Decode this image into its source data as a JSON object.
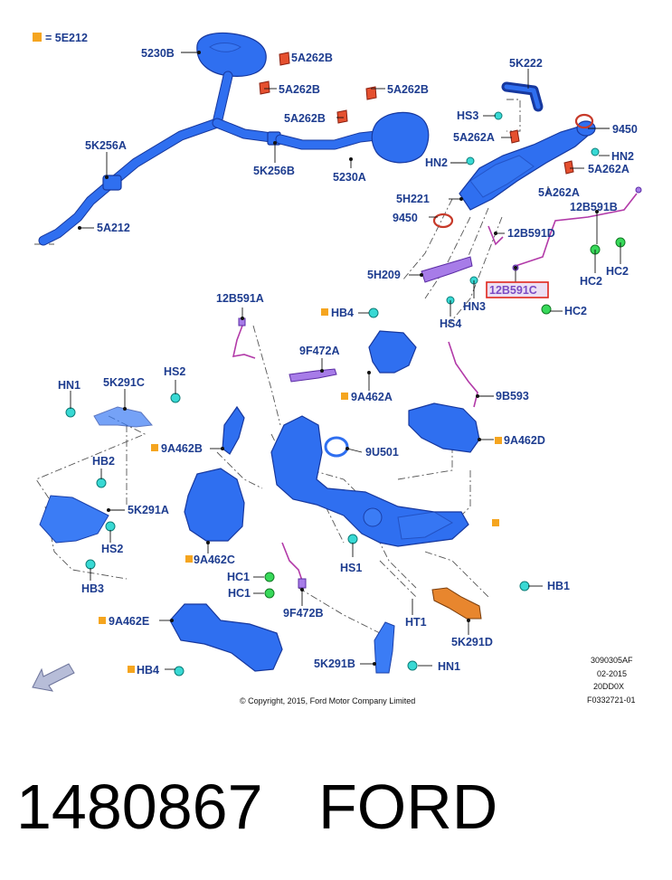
{
  "legend": {
    "text": "= 5E212",
    "color": "#f5a51f"
  },
  "labels": {
    "5230B": "5230B",
    "5A262B_1": "5A262B",
    "5A262B_2": "5A262B",
    "5A262B_3": "5A262B",
    "5A262B_4": "5A262B",
    "5K222": "5K222",
    "HS3": "HS3",
    "9450_1": "9450",
    "5A262A_1": "5A262A",
    "HN2_1": "HN2",
    "HN2_2": "HN2",
    "5A262A_2": "5A262A",
    "5K256A": "5K256A",
    "5K256B": "5K256B",
    "5230A": "5230A",
    "5A212": "5A212",
    "5H221": "5H221",
    "5A262A_3": "5A262A",
    "12B591B": "12B591B",
    "9450_2": "9450",
    "12B591D": "12B591D",
    "5H209": "5H209",
    "HC2_1": "HC2",
    "HC2_2": "HC2",
    "12B591C": "12B591C",
    "HN3": "HN3",
    "HS4": "HS4",
    "HC2_3": "HC2",
    "12B591A": "12B591A",
    "HB4_1": "HB4",
    "9F472A": "9F472A",
    "9B593": "9B593",
    "9A462A": "9A462A",
    "HN1_1": "HN1",
    "5K291C": "5K291C",
    "HS2_1": "HS2",
    "9A462B": "9A462B",
    "9U501": "9U501",
    "9A462D": "9A462D",
    "HB2": "HB2",
    "5K291A": "5K291A",
    "HS2_2": "HS2",
    "9A462C": "9A462C",
    "HS1": "HS1",
    "HB3": "HB3",
    "HC1_1": "HC1",
    "HC1_2": "HC1",
    "HB1": "HB1",
    "HT1": "HT1",
    "9F472B": "9F472B",
    "9A462E": "9A462E",
    "5K291D": "5K291D",
    "HB4_2": "HB4",
    "5K291B": "5K291B",
    "HN1_2": "HN1"
  },
  "doc_info": {
    "code": "3090305AF",
    "date": "02-2015",
    "model": "20DD0X",
    "figure": "F0332721-01"
  },
  "copyright": "© Copyright, 2015, Ford Motor Company Limited",
  "footer": {
    "part_number": "1480867",
    "brand": "FORD"
  },
  "highlight_color": "#e0261c"
}
